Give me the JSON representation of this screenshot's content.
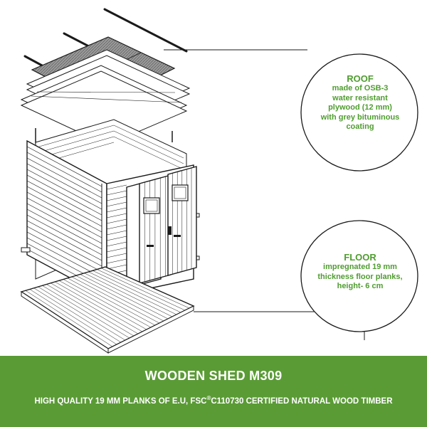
{
  "roof_callout": {
    "heading": "ROOF",
    "lines": [
      "made of OSB-3",
      "water resistant",
      "plywood (12 mm)",
      "with grey bituminous",
      "coating"
    ]
  },
  "floor_callout": {
    "heading": "FLOOR",
    "lines": [
      "impregnated 19 mm",
      "thickness floor planks,",
      "height- 6 cm"
    ]
  },
  "banner": {
    "title": "WOODEN SHED M309",
    "subtitle_pre": "HIGH QUALITY 19 MM PLANKS OF E.U, FSC",
    "subtitle_mark": "®",
    "subtitle_post": "C110730 CERTIFIED NATURAL WOOD TIMBER"
  },
  "colors": {
    "accent": "#5a9b35",
    "accent_text": "#4f9d2f",
    "line": "#1a1a1a",
    "roof_fill": "#8a8a8a"
  }
}
